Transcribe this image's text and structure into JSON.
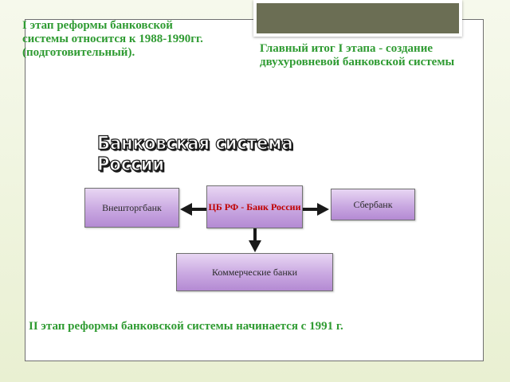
{
  "slide": {
    "stage1_text": "I этап реформы банковской системы относится к 1988-1990гг. (подготовительный).",
    "result_text": "Главный итог I этапа - создание двухуровневой банковской системы",
    "stage2_text": "II этап реформы банковской системы начинается с 1991 г."
  },
  "diagram": {
    "title": "Банковская система России",
    "nodes": {
      "central_bank": "ЦБ РФ - Банк России",
      "vneshtorgbank": "Внешторгбанк",
      "sberbank": "Сбербанк",
      "commercial_banks": "Коммерческие банки"
    }
  },
  "colors": {
    "text_accent": "#2f9b32",
    "central_bank_text": "#c00000",
    "node_fill": "#c9a8e1"
  }
}
